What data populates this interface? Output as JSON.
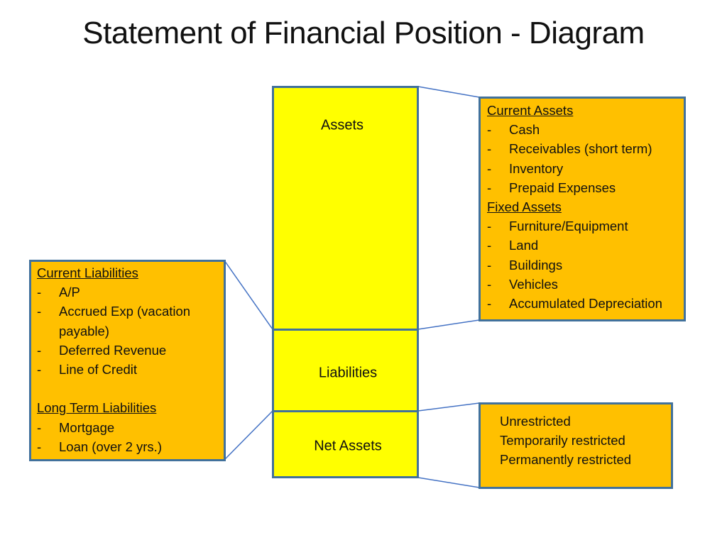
{
  "title": "Statement of Financial Position - Diagram",
  "column": {
    "assets": "Assets",
    "liabilities": "Liabilities",
    "net_assets": "Net Assets"
  },
  "assets_box": {
    "current_header": "Current Assets",
    "current_items": [
      "Cash",
      "Receivables (short term)",
      "Inventory",
      "Prepaid Expenses"
    ],
    "fixed_header": "Fixed Assets",
    "fixed_items": [
      "Furniture/Equipment",
      "Land",
      "Buildings",
      "Vehicles",
      "Accumulated Depreciation"
    ]
  },
  "liabilities_box": {
    "current_header": "Current Liabilities",
    "current_items": [
      "A/P",
      "Accrued Exp (vacation",
      "payable)",
      "Deferred Revenue",
      "Line of Credit"
    ],
    "long_header": "Long Term Liabilities",
    "long_items": [
      "Mortgage",
      "Loan (over 2 yrs.)"
    ]
  },
  "net_assets_box": {
    "items": [
      "Unrestricted",
      "Temporarily restricted",
      "Permanently restricted"
    ]
  },
  "colors": {
    "block": "#ffff00",
    "box": "#ffc000",
    "border": "#41719c",
    "connector": "#4472c4"
  }
}
